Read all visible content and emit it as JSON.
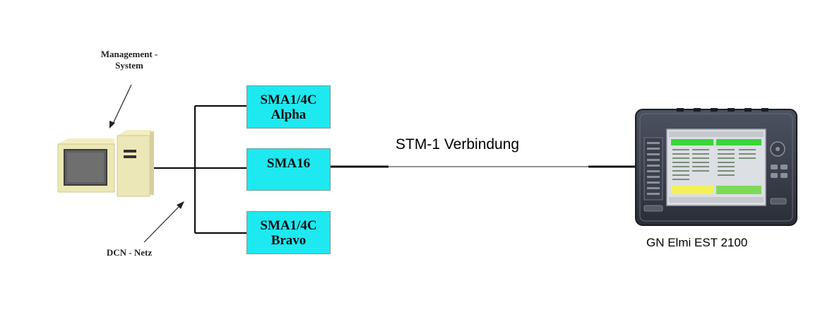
{
  "labels": {
    "management_line1": "Management -",
    "management_line2": "System",
    "dcn": "DCN - Netz",
    "link": "STM-1 Verbindung",
    "tester": "GN Elmi EST 2100"
  },
  "nodes": [
    {
      "line1": "SMA1/4C",
      "line2": "Alpha"
    },
    {
      "line1": "SMA16",
      "line2": ""
    },
    {
      "line1": "SMA1/4C",
      "line2": "Bravo"
    }
  ],
  "colors": {
    "node_fill": "#1ee8f0",
    "tester_display_green": "#39d63a",
    "tester_display_yellow": "#f3f05a"
  },
  "icons": [
    "computer-icon",
    "test-instrument-icon"
  ]
}
